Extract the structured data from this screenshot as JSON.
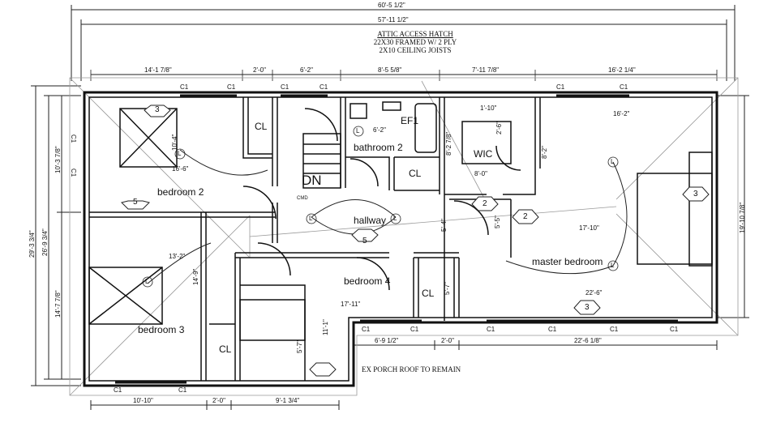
{
  "overall_dims": {
    "total_width": "60'-5 1/2\"",
    "inner_width": "57'-11 1/2\""
  },
  "top_dims": [
    "14'-1 7/8\"",
    "2'-0\"",
    "6'-2\"",
    "8'-5 5/8\"",
    "7'-11 7/8\"",
    "16'-2 1/4\""
  ],
  "bottom_dims": [
    "10'-10\"",
    "2'-0\"",
    "9'-1 3/4\"",
    "6'-9 1/2\"",
    "2'-0\"",
    "22'-6 1/8\""
  ],
  "left_dims": [
    "29'-3 3/4\"",
    "26'-9 3/4\"",
    "10'-3 7/8\"",
    "14'-7 7/8\""
  ],
  "right_dims": [
    "19'-10 7/8\""
  ],
  "interior_dims": [
    "16'-6\"",
    "10'-4\"",
    "13'-2\"",
    "14'-9\"",
    "17'-11\"",
    "11'-1\"",
    "5'-7\"",
    "6'-2\"",
    "8'-2 7/8\"",
    "8'-0\"",
    "1'-10\"",
    "2'-6\"",
    "8'-2\"",
    "16'-2\"",
    "17'-10\"",
    "5'-5\"",
    "5'-4\"",
    "5'-7\"",
    "22'-6\""
  ],
  "rooms": {
    "bedroom2": "bedroom 2",
    "bedroom3": "bedroom 3",
    "bedroom4": "bedroom 4",
    "bathroom2": "bathroom 2",
    "hallway": "hallway",
    "master": "master bedroom",
    "wic": "WIC",
    "cl": "CL",
    "dn": "DN",
    "ef": "EF1"
  },
  "attic_note": {
    "title": "ATTIC ACCESS HATCH",
    "line1": "22X30 FRAMED W/ 2 PLY",
    "line2": "2X10 CEILING JOISTS"
  },
  "porch_note": "EX PORCH ROOF TO REMAIN",
  "window_label": "C1",
  "hex_tags": [
    "3",
    "5",
    "5",
    "2",
    "2",
    "3",
    "3"
  ],
  "light_symbol": "L",
  "cmd_label": "CMD"
}
